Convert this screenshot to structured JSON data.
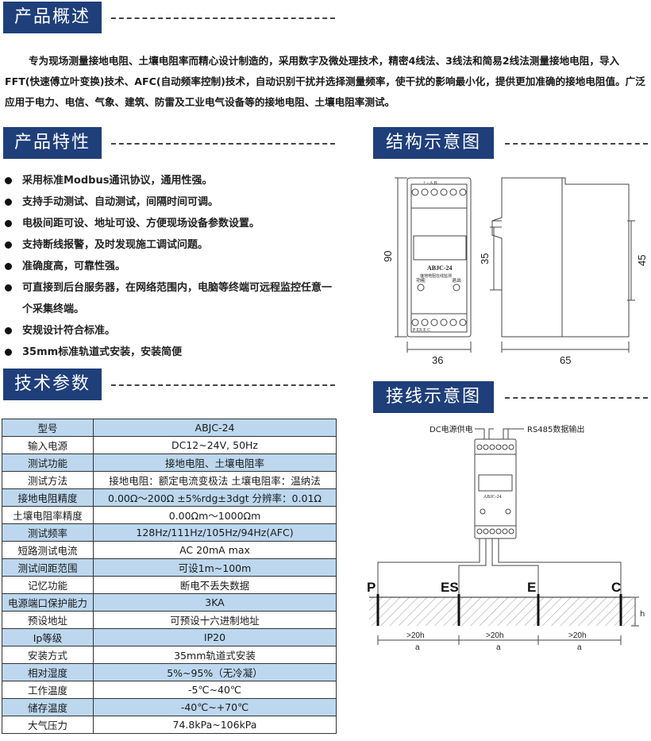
{
  "sections": {
    "overview": "产品概述",
    "features": "产品特性",
    "specs": "技术参数",
    "structure": "结构示意图",
    "wiring": "接线示意图"
  },
  "intro": "专为现场测量接地电阻、土壤电阻率而精心设计制造的，采用数字及微处理技术，精密4线法、3线法和简易2线法测量接地电阻，导入FFT(快速傅立叶变换)技术、AFC(自动频率控制)技术，自动识别干扰并选择测量频率，使干扰的影响最小化，提供更加准确的接地电阻值。广泛应用于电力、电信、气象、建筑、防雷及工业电气设备等的接地电阻、土壤电阻率测试。",
  "features": [
    "采用标准Modbus通讯协议，通用性强。",
    "支持手动测试、自动测试，间隔时间可调。",
    "电极间距可设、地址可设、方便现场设备参数设置。",
    "支持断线报警，及时发现施工调试问题。",
    "准确度高，可靠性强。",
    "可直接到后台服务器，在网络范围内，电脑等终端可远程监控任意一个采集终端。",
    "安规设计符合标准。",
    "35mm标准轨道式安装，安装简便"
  ],
  "specs": [
    {
      "k": "型号",
      "v": "ABJC-24",
      "hl": true
    },
    {
      "k": "输入电源",
      "v": "DC12~24V, 50Hz",
      "hl": false
    },
    {
      "k": "测试功能",
      "v": "接地电阻、土壤电阻率",
      "hl": true
    },
    {
      "k": "测试方法",
      "v": "接地电阻：额定电流变极法  土壤电阻率：温纳法",
      "hl": false
    },
    {
      "k": "接地电阻精度",
      "v": "0.00Ω～200Ω ±5%rdg±3dgt 分辨率：0.01Ω",
      "hl": true
    },
    {
      "k": "土壤电阻率精度",
      "v": "0.00Ωm～1000Ωm",
      "hl": false
    },
    {
      "k": "测试频率",
      "v": "128Hz/111Hz/105Hz/94Hz(AFC)",
      "hl": true
    },
    {
      "k": "短路测试电流",
      "v": "AC 20mA max",
      "hl": false
    },
    {
      "k": "测试间距范围",
      "v": "可设1m~100m",
      "hl": true
    },
    {
      "k": "记忆功能",
      "v": "断电不丢失数据",
      "hl": false
    },
    {
      "k": "电源端口保护能力",
      "v": "3KA",
      "hl": true
    },
    {
      "k": "预设地址",
      "v": "可预设十六进制地址",
      "hl": false
    },
    {
      "k": "Ip等级",
      "v": "IP20",
      "hl": true
    },
    {
      "k": "安装方式",
      "v": "35mm轨道式安装",
      "hl": false
    },
    {
      "k": "相对湿度",
      "v": "5%~95%（无冷凝）",
      "hl": true
    },
    {
      "k": "工作温度",
      "v": "-5℃~40℃",
      "hl": false
    },
    {
      "k": "储存温度",
      "v": "-40℃~+70℃",
      "hl": true
    },
    {
      "k": "大气压力",
      "v": "74.8kPa~106kPa",
      "hl": false
    }
  ],
  "structure": {
    "dims": {
      "height": "90",
      "inner": "35",
      "side": "45",
      "width": "36",
      "depth": "65"
    },
    "device": {
      "model": "ABJC-24",
      "name": "接地电阻在线监测",
      "btn_func": "功能",
      "btn_exit": "退出",
      "top_terms": "+  -  A  B",
      "bot_terms": "P  ES  E  C"
    }
  },
  "wiring": {
    "dc_label": "DC电源供电",
    "rs485_label": "RS485数据输出",
    "electrodes": [
      "P",
      "ES",
      "E",
      "C"
    ],
    "spacing": ">20h",
    "unit": "a",
    "depth": "h"
  },
  "colors": {
    "header_bg": "#1f3f7a",
    "table_highlight": "#bcd7ee"
  }
}
